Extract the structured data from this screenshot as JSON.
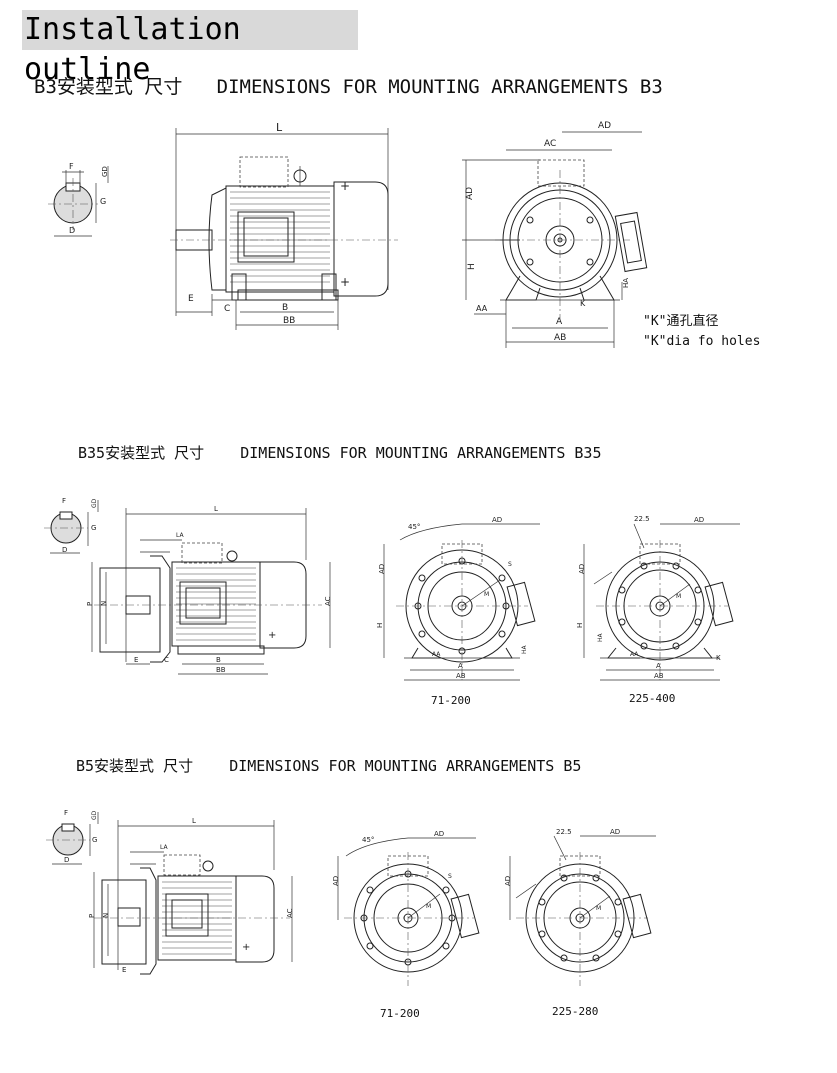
{
  "page": {
    "title": "Installation outline"
  },
  "sections": {
    "b3": {
      "title": "B3安装型式 尺寸   DIMENSIONS FOR MOUNTING ARRANGEMENTS B3"
    },
    "b35": {
      "title": "B35安装型式 尺寸    DIMENSIONS FOR MOUNTING ARRANGEMENTS B35"
    },
    "b5": {
      "title": "B5安装型式 尺寸    DIMENSIONS FOR MOUNTING ARRANGEMENTS B5"
    }
  },
  "notes": {
    "k_cn": "\"K\"通孔直径",
    "k_en": "\"K\"dia fo holes"
  },
  "captions": {
    "b35_left": "71-200",
    "b35_right": "225-400",
    "b5_left": "71-200",
    "b5_right": "225-280"
  },
  "labels": {
    "L": "L",
    "AD": "AD",
    "AC": "AC",
    "H": "H",
    "HA": "HA",
    "A": "A",
    "AA": "AA",
    "AB": "AB",
    "B": "B",
    "BB": "BB",
    "C": "C",
    "E": "E",
    "F": "F",
    "G": "G",
    "D": "D",
    "GD": "GD",
    "K": "K",
    "LA": "LA",
    "N": "N",
    "P": "P",
    "M": "M",
    "S": "S",
    "deg45": "45°",
    "deg22": "22.5"
  }
}
